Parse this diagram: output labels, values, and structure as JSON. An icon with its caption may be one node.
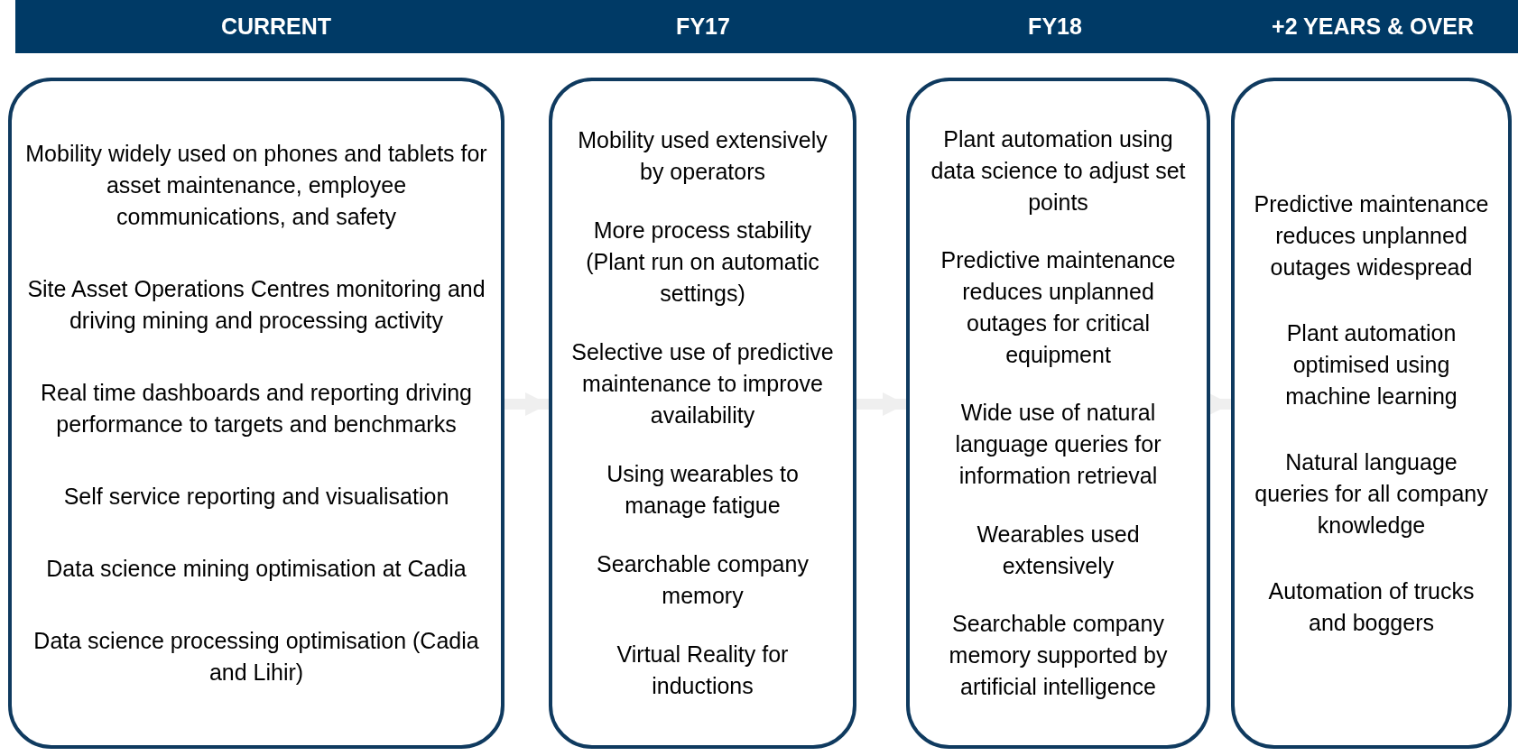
{
  "diagram": {
    "nodes": [
      {
        "text": [
          "CURRENT",
          "FY17",
          "FY18",
          "+2 YEARS & OVER"
        ]
      },
      {
        "text": [
          "Mobility widely used on phones and tablets for asset maintenance, employee communications, and safety",
          "Site Asset Operations Centres monitoring and driving mining and processing activity",
          "Real time dashboards and reporting driving performance to targets and benchmarks",
          "Self service reporting and visualisation",
          "Data science mining optimisation at Cadia",
          "Data science processing optimisation (Cadia and Lihir)"
        ]
      },
      {
        "text": [
          "Mobility used extensively by operators",
          "More process stability (Plant run on automatic settings)",
          "Selective use of predictive maintenance to improve availability",
          "Using wearables to manage fatigue",
          "Searchable company memory",
          "Virtual Reality for inductions"
        ]
      },
      {
        "text": [
          "Plant automation using data science to adjust set points",
          "Predictive maintenance reduces unplanned outages for critical equipment",
          "Wide use of natural language queries for information retrieval",
          "Wearables used extensively",
          "Searchable company memory supported by artificial intelligence"
        ]
      },
      {
        "text": [
          "Predictive maintenance reduces unplanned outages widespread",
          "Plant automation optimised using machine learning",
          "Natural language queries for all company knowledge",
          "Automation of trucks and boggers"
        ]
      }
    ],
    "edges": [
      {
        "from": 1,
        "to": 2,
        "arrow": "to"
      },
      {
        "from": 2,
        "to": 3,
        "arrow": "to"
      },
      {
        "from": 3,
        "to": 4,
        "arrow": "to"
      }
    ]
  }
}
